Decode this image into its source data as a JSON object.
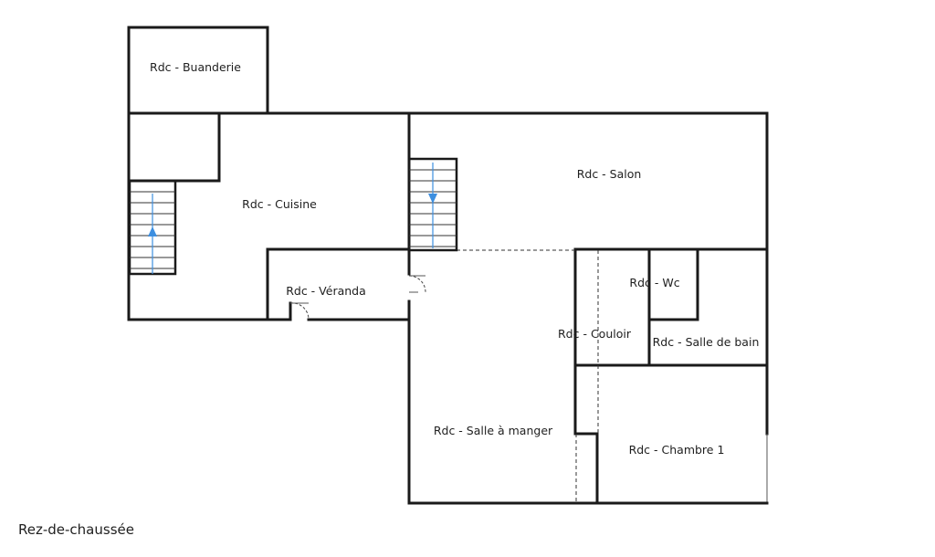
{
  "floor_title": "Rez-de-chaussée",
  "rooms": {
    "buanderie": "Rdc - Buanderie",
    "cuisine": "Rdc - Cuisine",
    "veranda": "Rdc - Véranda",
    "salon": "Rdc - Salon",
    "wc": "Rdc - Wc",
    "couloir": "Rdc - Couloir",
    "salle_de_bain": "Rdc - Salle de bain",
    "salle_a_manger": "Rdc - Salle à manger",
    "chambre_1": "Rdc - Chambre 1"
  },
  "stairs": {
    "west": {
      "direction": "up"
    },
    "east": {
      "direction": "down"
    }
  },
  "colors": {
    "wall": "#1a1a1a",
    "stair": "#3d8fe0",
    "label": "#1f1f1f"
  }
}
